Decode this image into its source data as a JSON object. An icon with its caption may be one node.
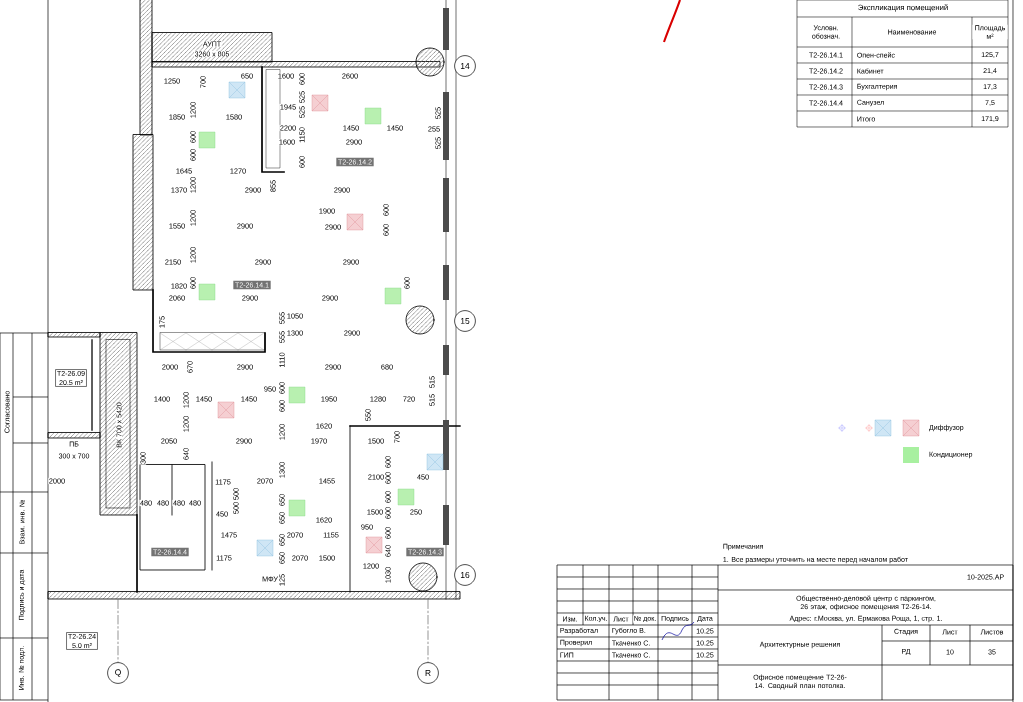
{
  "diagram": {
    "nodes": [
      {
        "text": [
          "Т2-26.14.2"
        ]
      },
      {
        "text": [
          "Т2-26.14.1"
        ]
      },
      {
        "text": [
          "Т2-26.14.4"
        ]
      },
      {
        "text": [
          "Т2-26.14.3"
        ]
      },
      {
        "text": [
          "Т2-26.09",
          "20.5 m²"
        ]
      },
      {
        "text": [
          "Т2-26.24",
          "5.0 m²"
        ]
      },
      {
        "text": [
          "14"
        ]
      },
      {
        "text": [
          "15"
        ]
      },
      {
        "text": [
          "16"
        ]
      },
      {
        "text": [
          "Q"
        ]
      },
      {
        "text": [
          "R"
        ]
      }
    ],
    "labels": [
      "Экспликация помещений",
      "Условн. обознач.",
      "Наименование",
      "Площадь м²",
      "Т2-26.14.1",
      "Опен-спейс",
      "125,7",
      "Т2-26.14.2",
      "Кабинет",
      "21,4",
      "Т2-26.14.3",
      "Бухгалтерия",
      "17,3",
      "Т2-26.14.4",
      "Санузел",
      "7,5",
      "Итого",
      "171,9",
      "Примечания",
      "1. Все размеры уточнить на месте перед началом работ",
      "10-2025.АР",
      "Общественно-деловой центр с паркингом, 26 этаж, офисное помещения Т2-26-14.",
      "Изм.",
      "Кол.уч.",
      "Лист",
      "№ док.",
      "Подпись",
      "Дата",
      "Адрес: г.Москва, ул. Ермакова Роща, 1, стр. 1.",
      "Разработал",
      "Губогло В.",
      "10.25",
      "Проверил",
      "Ткаченко С.",
      "10.25",
      "ГИП",
      "Ткаченко С.",
      "10.25",
      "Архитектурные решения",
      "Стадия",
      "Лист",
      "Листов",
      "РД",
      "10",
      "35",
      "Офисное помещение Т2-26-14. Сводный план потолка.",
      "Согласовано",
      "Взам. инв. №",
      "Подпись и дата",
      "Инв. № подл.",
      "АУПТ",
      "3260 x 805",
      "ПБ",
      "300 x 700",
      "ВК 700 x 5420",
      "МФУ",
      "2000",
      "1250",
      "700",
      "650",
      "1600",
      "600",
      "2600",
      "525",
      "1200",
      "1945",
      "525",
      "525",
      "1850",
      "1580",
      "600",
      "2200",
      "1150",
      "1450",
      "1450",
      "255",
      "525",
      "1600",
      "2900",
      "600",
      "600",
      "1645",
      "1270",
      "1370",
      "1200",
      "2900",
      "855",
      "2900",
      "1900",
      "600",
      "1550",
      "1200",
      "2900",
      "2900",
      "600",
      "2150",
      "1200",
      "2900",
      "2900",
      "1820",
      "600",
      "600",
      "2060",
      "2900",
      "2900",
      "175",
      "555",
      "1050",
      "555",
      "1300",
      "2900",
      "2000",
      "670",
      "2900",
      "1110",
      "2900",
      "680",
      "515",
      "950",
      "600",
      "1400",
      "1200",
      "1450",
      "1450",
      "600",
      "1950",
      "1280",
      "720",
      "515",
      "550",
      "1200",
      "1620",
      "2050",
      "2900",
      "1200",
      "1970",
      "1500",
      "700",
      "300",
      "640",
      "600",
      "1300",
      "1175",
      "2070",
      "1455",
      "2100",
      "600",
      "450",
      "500",
      "600",
      "480",
      "480",
      "480",
      "480",
      "500",
      "650",
      "450",
      "1500",
      "600",
      "250",
      "650",
      "1620",
      "950",
      "1475",
      "2070",
      "1155",
      "600",
      "650",
      "640",
      "1175",
      "650",
      "2070",
      "1500",
      "1200",
      "125",
      "1030"
    ],
    "legend": [
      {
        "text": "Диффузор"
      },
      {
        "text": "Кондиционер",
        "color": "#a8f0a0"
      }
    ]
  }
}
